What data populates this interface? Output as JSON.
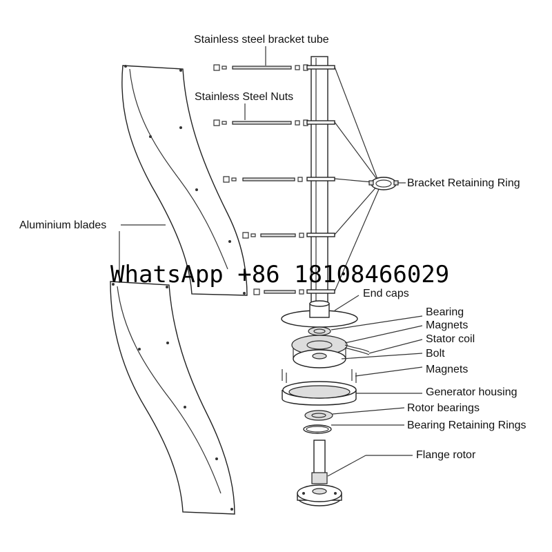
{
  "labels": {
    "bracket_tube": "Stainless steel bracket tube",
    "steel_nuts": "Stainless Steel Nuts",
    "retaining_ring": "Bracket Retaining Ring",
    "blades": "Aluminium blades",
    "end_caps": "End caps",
    "bearing": "Bearing",
    "magnets_1": "Magnets",
    "stator_coil": "Stator coil",
    "bolt": "Bolt",
    "magnets_2": "Magnets",
    "generator_housing": "Generator housing",
    "rotor_bearings": "Rotor bearings",
    "bearing_retaining_rings": "Bearing Retaining Rings",
    "flange_rotor": "Flange rotor"
  },
  "watermark": "WhatsApp +86 18108466029"
}
